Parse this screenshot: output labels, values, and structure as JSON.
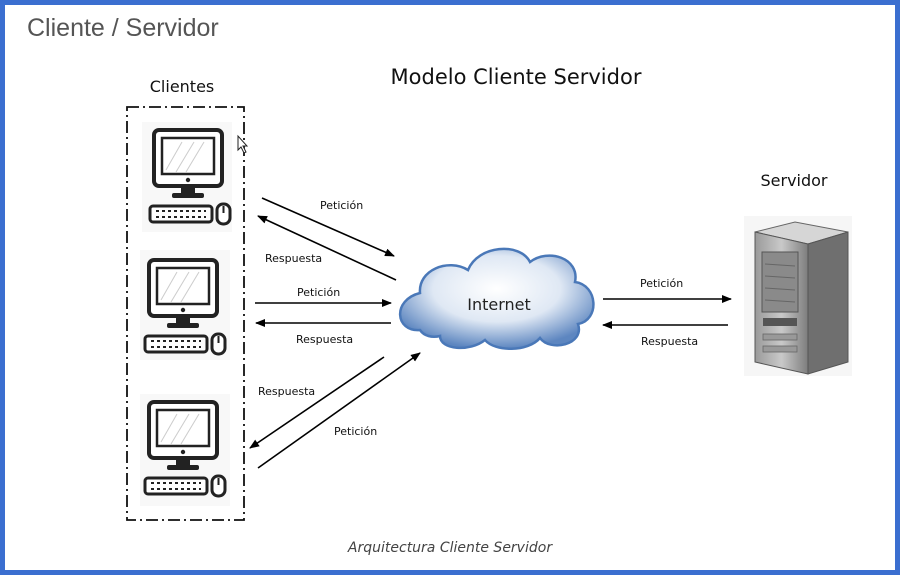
{
  "page_title": "Cliente / Servidor",
  "diagram_title": "Modelo Cliente Servidor",
  "clients_label": "Clientes",
  "server_label": "Servidor",
  "cloud_label": "Internet",
  "caption": "Arquitectura Cliente Servidor",
  "arrows": {
    "top_request": "Petición",
    "top_response": "Respuesta",
    "mid_request": "Petición",
    "mid_response": "Respuesta",
    "bottom_response": "Respuesta",
    "bottom_request": "Petición",
    "server_request": "Petición",
    "server_response": "Respuesta"
  },
  "colors": {
    "frame": "#3b6fd0",
    "cloud": "#4a78b8"
  }
}
